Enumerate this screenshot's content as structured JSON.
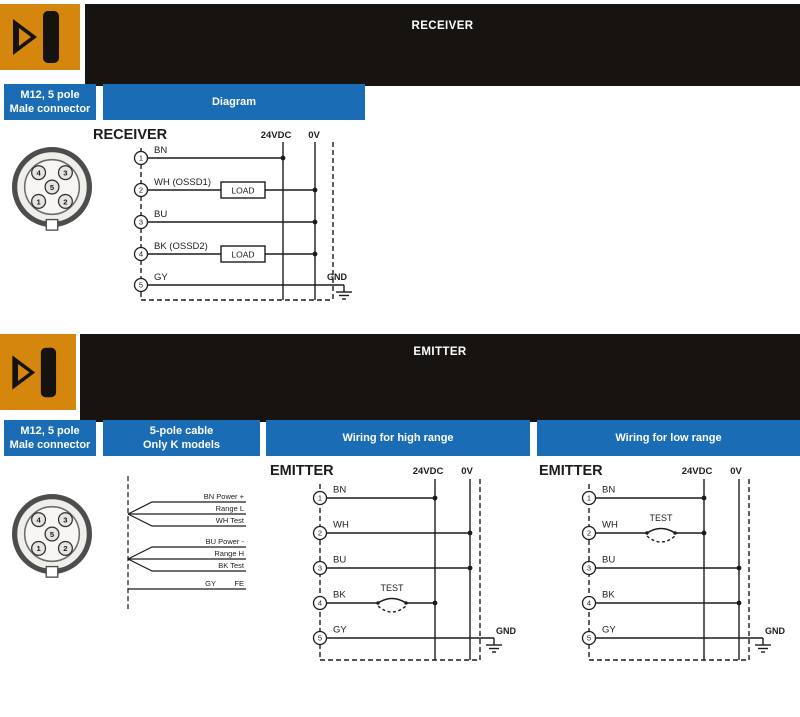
{
  "colors": {
    "accent_orange": "#d4860d",
    "header_black": "#171310",
    "header_blue": "#1a6db4",
    "line": "#1c1c1c"
  },
  "receiver": {
    "band_title": "RECEIVER",
    "connector_header": {
      "line1": "M12, 5 pole",
      "line2": "Male connector"
    },
    "diagram_header": "Diagram",
    "connector": {
      "pin_top_left": "4",
      "pin_top_right": "3",
      "pin_center": "5",
      "pin_bottom_left": "1",
      "pin_bottom_right": "2"
    },
    "diagram": {
      "title": "RECEIVER",
      "rail_24v": "24VDC",
      "rail_0v": "0V",
      "gnd": "GND",
      "load": "LOAD",
      "pins": [
        "1",
        "2",
        "3",
        "4",
        "5"
      ],
      "wire_labels": [
        "BN",
        "WH (OSSD1)",
        "BU",
        "BK (OSSD2)",
        "GY"
      ]
    }
  },
  "emitter": {
    "band_title": "EMITTER",
    "connector_header": {
      "line1": "M12, 5 pole",
      "line2": "Male connector"
    },
    "cable_header": {
      "line1": "5-pole cable",
      "line2": "Only K models"
    },
    "high_header": "Wiring for high range",
    "low_header": "Wiring for low range",
    "connector": {
      "pin_top_left": "4",
      "pin_top_right": "3",
      "pin_center": "5",
      "pin_bottom_left": "1",
      "pin_bottom_right": "2"
    },
    "cable": {
      "labels": [
        "BN Power +",
        "Range L",
        "WH Test",
        "BU Power -",
        "Range H",
        "BK Test"
      ],
      "gy": "GY",
      "fe": "FE"
    },
    "high": {
      "title": "EMITTER",
      "rail_24v": "24VDC",
      "rail_0v": "0V",
      "gnd": "GND",
      "test": "TEST",
      "pins": [
        "1",
        "2",
        "3",
        "4",
        "5"
      ],
      "wire_labels": [
        "BN",
        "WH",
        "BU",
        "BK",
        "GY"
      ]
    },
    "low": {
      "title": "EMITTER",
      "rail_24v": "24VDC",
      "rail_0v": "0V",
      "gnd": "GND",
      "test": "TEST",
      "pins": [
        "1",
        "2",
        "3",
        "4",
        "5"
      ],
      "wire_labels": [
        "BN",
        "WH",
        "BU",
        "BK",
        "GY"
      ]
    }
  }
}
